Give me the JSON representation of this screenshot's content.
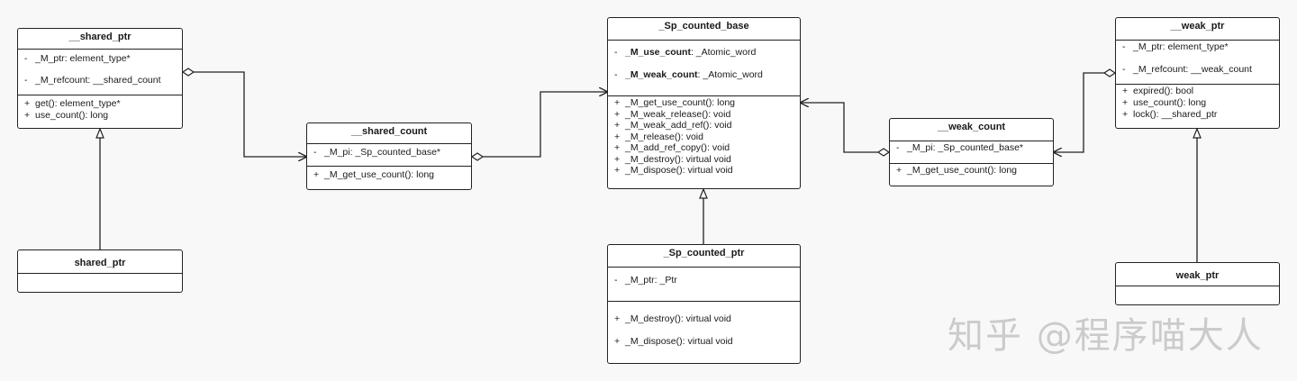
{
  "classes": {
    "shared_ptr_base": {
      "name": "__shared_ptr",
      "attributes": [
        "_M_ptr: element_type*",
        "_M_refcount: __shared_count"
      ],
      "methods": [
        "get(): element_type*",
        "use_count():  long"
      ]
    },
    "shared_ptr": {
      "name": "shared_ptr"
    },
    "shared_count": {
      "name": "__shared_count",
      "attributes": [
        "_M_pi: _Sp_counted_base*"
      ],
      "methods": [
        "_M_get_use_count(): long"
      ]
    },
    "sp_counted_base": {
      "name": "_Sp_counted_base",
      "attributes": [
        {
          "name": "_M_use_count",
          "type": ": _Atomic_word"
        },
        {
          "name": "_M_weak_count",
          "type": ": _Atomic_word"
        }
      ],
      "methods": [
        "_M_get_use_count(): long",
        "_M_weak_release(): void",
        "_M_weak_add_ref(): void",
        "_M_release(): void",
        "_M_add_ref_copy(): void",
        "_M_destroy(): virtual void",
        "_M_dispose(): virtual void"
      ]
    },
    "sp_counted_ptr": {
      "name": "_Sp_counted_ptr",
      "attributes": [
        "_M_ptr: _Ptr"
      ],
      "methods": [
        "_M_destroy(): virtual void",
        "_M_dispose(): virtual void"
      ]
    },
    "weak_count": {
      "name": "__weak_count",
      "attributes": [
        "_M_pi: _Sp_counted_base*"
      ],
      "methods": [
        "_M_get_use_count(): long"
      ]
    },
    "weak_ptr_base": {
      "name": "__weak_ptr",
      "attributes": [
        "_M_ptr: element_type*",
        "_M_refcount: __weak_count"
      ],
      "methods": [
        "expired(): bool",
        "use_count():  long",
        "lock(): __shared_ptr"
      ]
    },
    "weak_ptr": {
      "name": "weak_ptr"
    }
  },
  "visibility": {
    "private": "-",
    "public": "+"
  },
  "colors": {
    "stroke": "#222222",
    "fill": "#ffffff",
    "background": "#f8f8f8"
  },
  "watermark": "知乎 @程序喵大人"
}
